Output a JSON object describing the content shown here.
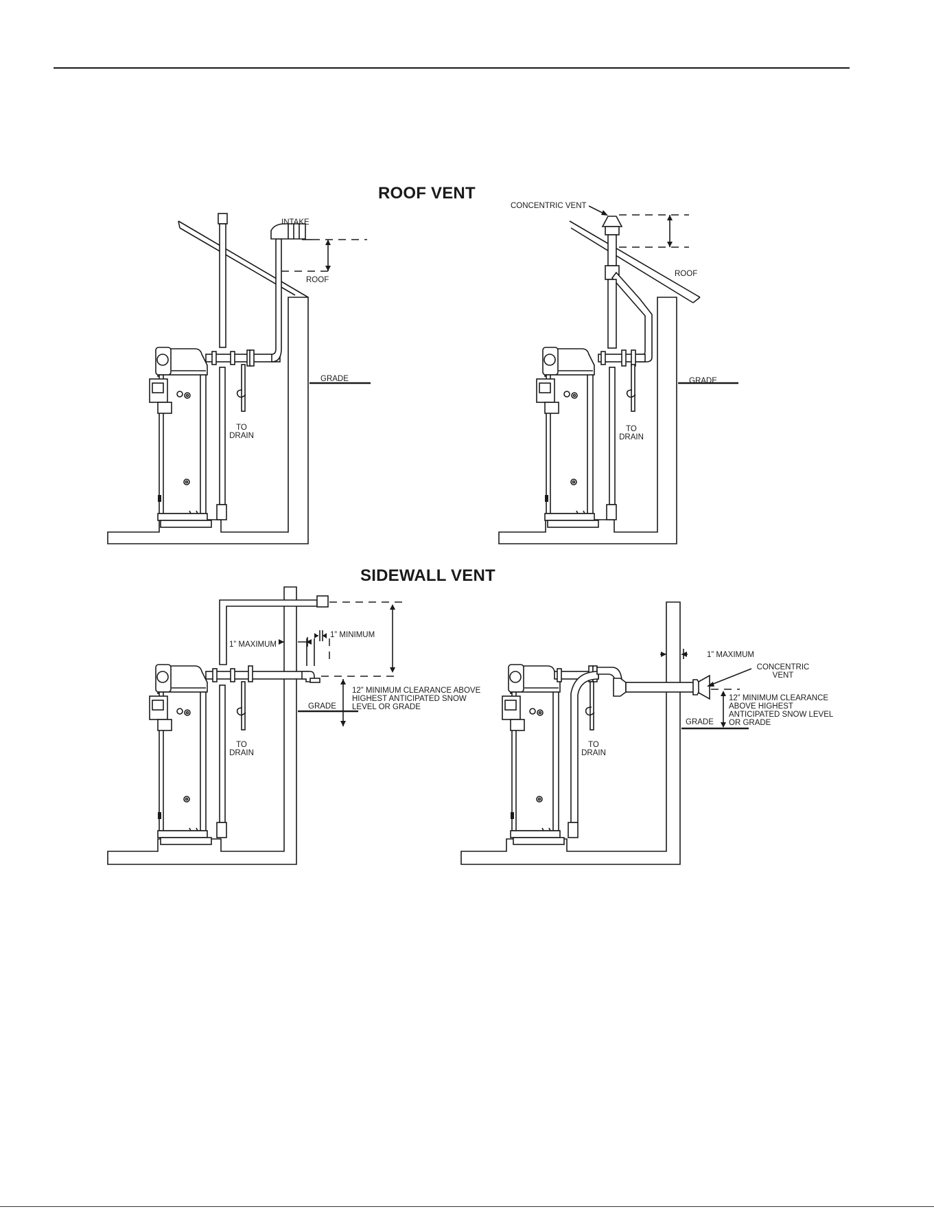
{
  "headings": {
    "roof": "ROOF VENT",
    "sidewall": "SIDEWALL VENT"
  },
  "labels": {
    "intake": "INTAKE",
    "roof": "ROOF",
    "grade": "GRADE",
    "to": "TO",
    "drain": "DRAIN",
    "concentric_vent": "CONCENTRIC VENT",
    "concentric": "CONCENTRIC",
    "vent": "VENT",
    "max_1in": "1” MAXIMUM",
    "min_1in": "1” MINIMUM",
    "clearance_a_1": "12” MINIMUM CLEARANCE ABOVE",
    "clearance_a_2": "HIGHEST ANTICIPATED SNOW",
    "clearance_a_3": "LEVEL OR GRADE",
    "clearance_b_1": "12” MINIMUM CLEARANCE",
    "clearance_b_2": "ABOVE HIGHEST",
    "clearance_b_3": "ANTICIPATED SNOW LEVEL",
    "clearance_b_4": "OR GRADE"
  }
}
